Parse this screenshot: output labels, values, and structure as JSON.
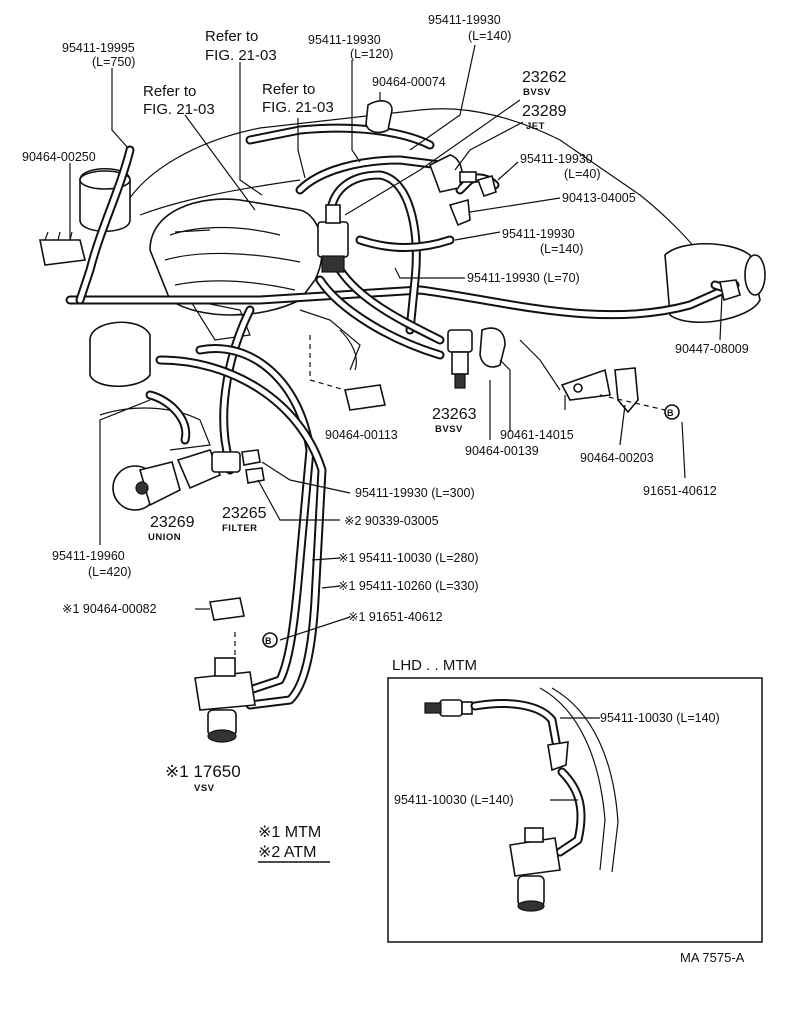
{
  "labels": {
    "p_95411_19995": "95411-19995",
    "p_95411_19995_len": "(L=750)",
    "p_refer_1a": "Refer to",
    "p_refer_1b": "FIG. 21-03",
    "p_refer_2a": "Refer to",
    "p_refer_2b": "FIG. 21-03",
    "p_refer_3a": "Refer to",
    "p_refer_3b": "FIG. 21-03",
    "p_95411_19930_120": "95411-19930",
    "p_95411_19930_120_len": "(L=120)",
    "p_95411_19930_140a": "95411-19930",
    "p_95411_19930_140a_len": "(L=140)",
    "p_90464_00074": "90464-00074",
    "p_23262": "23262",
    "p_23262_sub": "BVSV",
    "p_23289": "23289",
    "p_23289_sub": "JET",
    "p_90464_00250": "90464-00250",
    "p_95411_19930_40": "95411-19930",
    "p_95411_19930_40_len": "(L=40)",
    "p_90413_04005": "90413-04005",
    "p_95411_19930_140b": "95411-19930",
    "p_95411_19930_140b_len": "(L=140)",
    "p_95411_19930_70": "95411-19930 (L=70)",
    "p_90447_08009": "90447-08009",
    "p_90464_00113": "90464-00113",
    "p_23263": "23263",
    "p_23263_sub": "BVSV",
    "p_90461_14015": "90461-14015",
    "p_90464_00139": "90464-00139",
    "p_90464_00203": "90464-00203",
    "p_91651_40612": "91651-40612",
    "p_95411_19930_300": "95411-19930 (L=300)",
    "p_90339_03005": "※2 90339-03005",
    "p_23269": "23269",
    "p_23269_sub": "UNION",
    "p_23265": "23265",
    "p_23265_sub": "FILTER",
    "p_95411_19960": "95411-19960",
    "p_95411_19960_len": "(L=420)",
    "p_95411_10030_280": "※1 95411-10030 (L=280)",
    "p_95411_10260_330": "※1 95411-10260 (L=330)",
    "p_90464_00082": "※1 90464-00082",
    "p_91651_40612_m": "※1 91651-40612",
    "p_17650": "※1 17650",
    "p_17650_sub": "VSV",
    "legend_mtm": "※1 MTM",
    "legend_atm": "※2 ATM",
    "inset_title": "LHD . . MTM",
    "inset_hose_1": "95411-10030 (L=140)",
    "inset_hose_2": "95411-10030 (L=140)",
    "drawing_code": "MA  7575-A",
    "mark_b1": "B",
    "mark_b2": "B"
  }
}
